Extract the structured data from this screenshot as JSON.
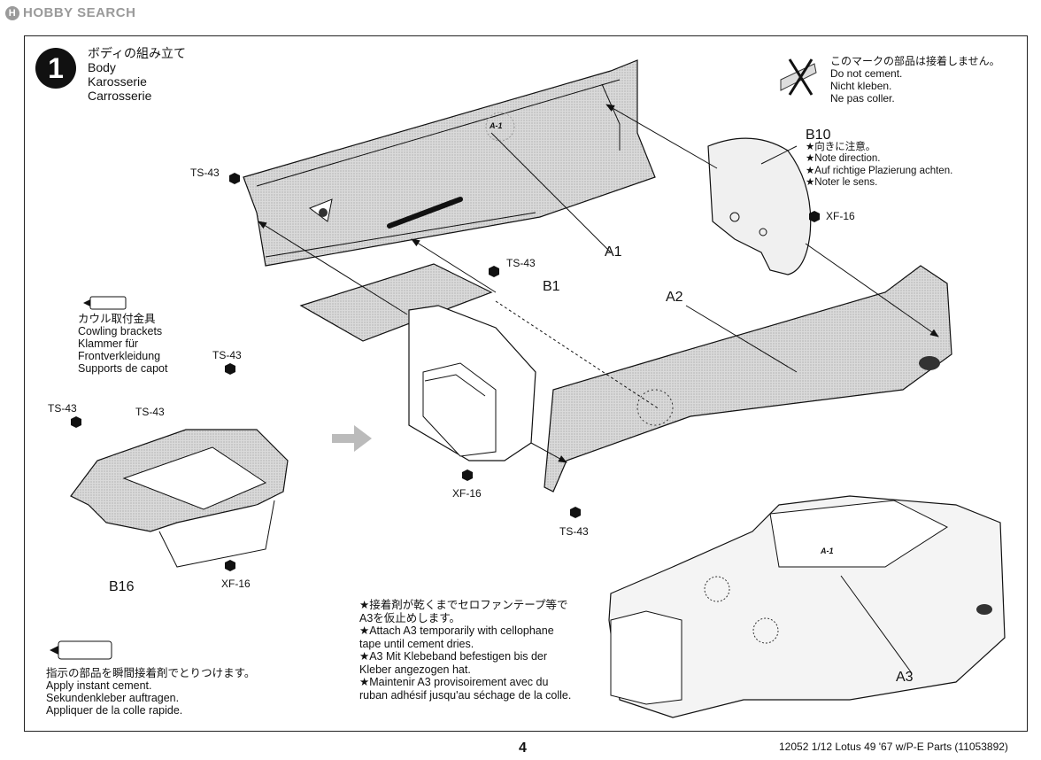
{
  "watermark": {
    "text": "HOBBY SEARCH",
    "logo_char": "H"
  },
  "step": {
    "number": "1",
    "title_jp": "ボディの組み立て",
    "title_en": "Body",
    "title_de": "Karosserie",
    "title_fr": "Carrosserie"
  },
  "do_not_cement": {
    "jp": "このマークの部品は接着しません。",
    "en": "Do not cement.",
    "de": "Nicht kleben.",
    "fr": "Ne pas coller."
  },
  "b10_note": {
    "part": "B10",
    "jp": "★向きに注意。",
    "en": "★Note direction.",
    "de": "★Auf richtige Plazierung achten.",
    "fr": "★Noter le sens."
  },
  "labels": {
    "ts43": "TS-43",
    "xf16": "XF-16",
    "a1": "A1",
    "a2": "A2",
    "a3": "A3",
    "b1": "B1",
    "b16": "B16",
    "part_mark": "A-1"
  },
  "cowling": {
    "jp": "カウル取付金具",
    "en": "Cowling brackets",
    "de": "Klammer für",
    "de2": "Frontverkleidung",
    "fr": "Supports de capot"
  },
  "instant_cement": {
    "jp": "指示の部品を瞬間接着剤でとりつけます。",
    "en": "Apply instant cement.",
    "de": "Sekundenkleber auftragen.",
    "fr": "Appliquer de la colle rapide."
  },
  "attach_a3": {
    "jp1": "★接着剤が乾くまでセロファンテープ等で",
    "jp2": "A3を仮止めします。",
    "en1": "★Attach A3 temporarily with cellophane",
    "en2": "tape until cement dries.",
    "de1": "★A3 Mit Klebeband befestigen bis der",
    "de2": "Kleber angezogen hat.",
    "fr1": "★Maintenir A3 provisoirement avec du",
    "fr2": "ruban adhésif jusqu'au séchage de la colle."
  },
  "page_number": "4",
  "footer": "12052 1/12 Lotus 49 '67 w/P-E Parts (11053892)",
  "colors": {
    "ink": "#111111",
    "part_fill": "#d9d9d9",
    "part_dark": "#a8a8a8",
    "watermark": "#9a9a9a"
  },
  "icons": [
    "do-not-cement-icon",
    "cement-tube-icon",
    "paint-drop-icon",
    "assembly-arrow-icon"
  ]
}
